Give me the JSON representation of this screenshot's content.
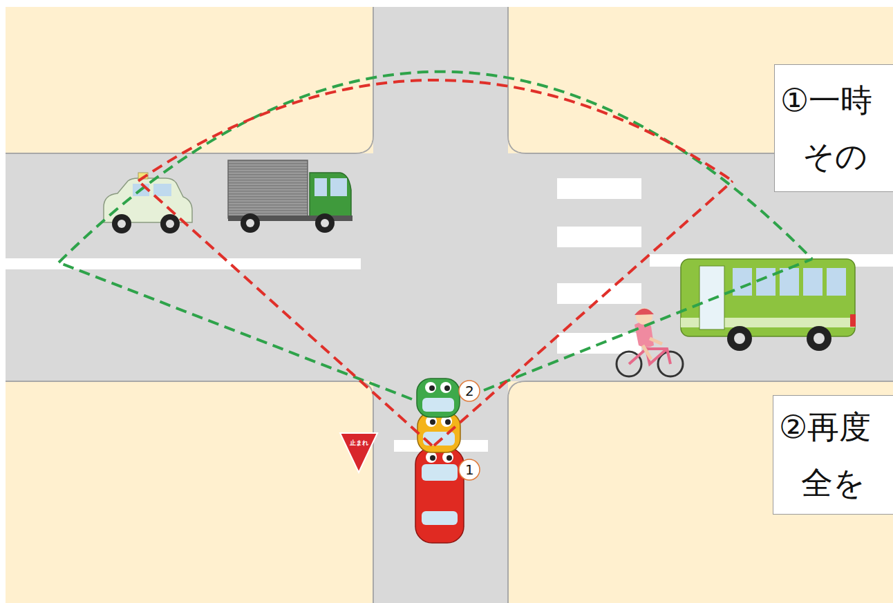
{
  "diagram": {
    "nodes": [
      {
        "text": [
          "①一時 その"
        ]
      },
      {
        "text": [
          "②再度 全を"
        ]
      }
    ],
    "labels": [
      "2",
      "止まれ",
      "1"
    ]
  }
}
